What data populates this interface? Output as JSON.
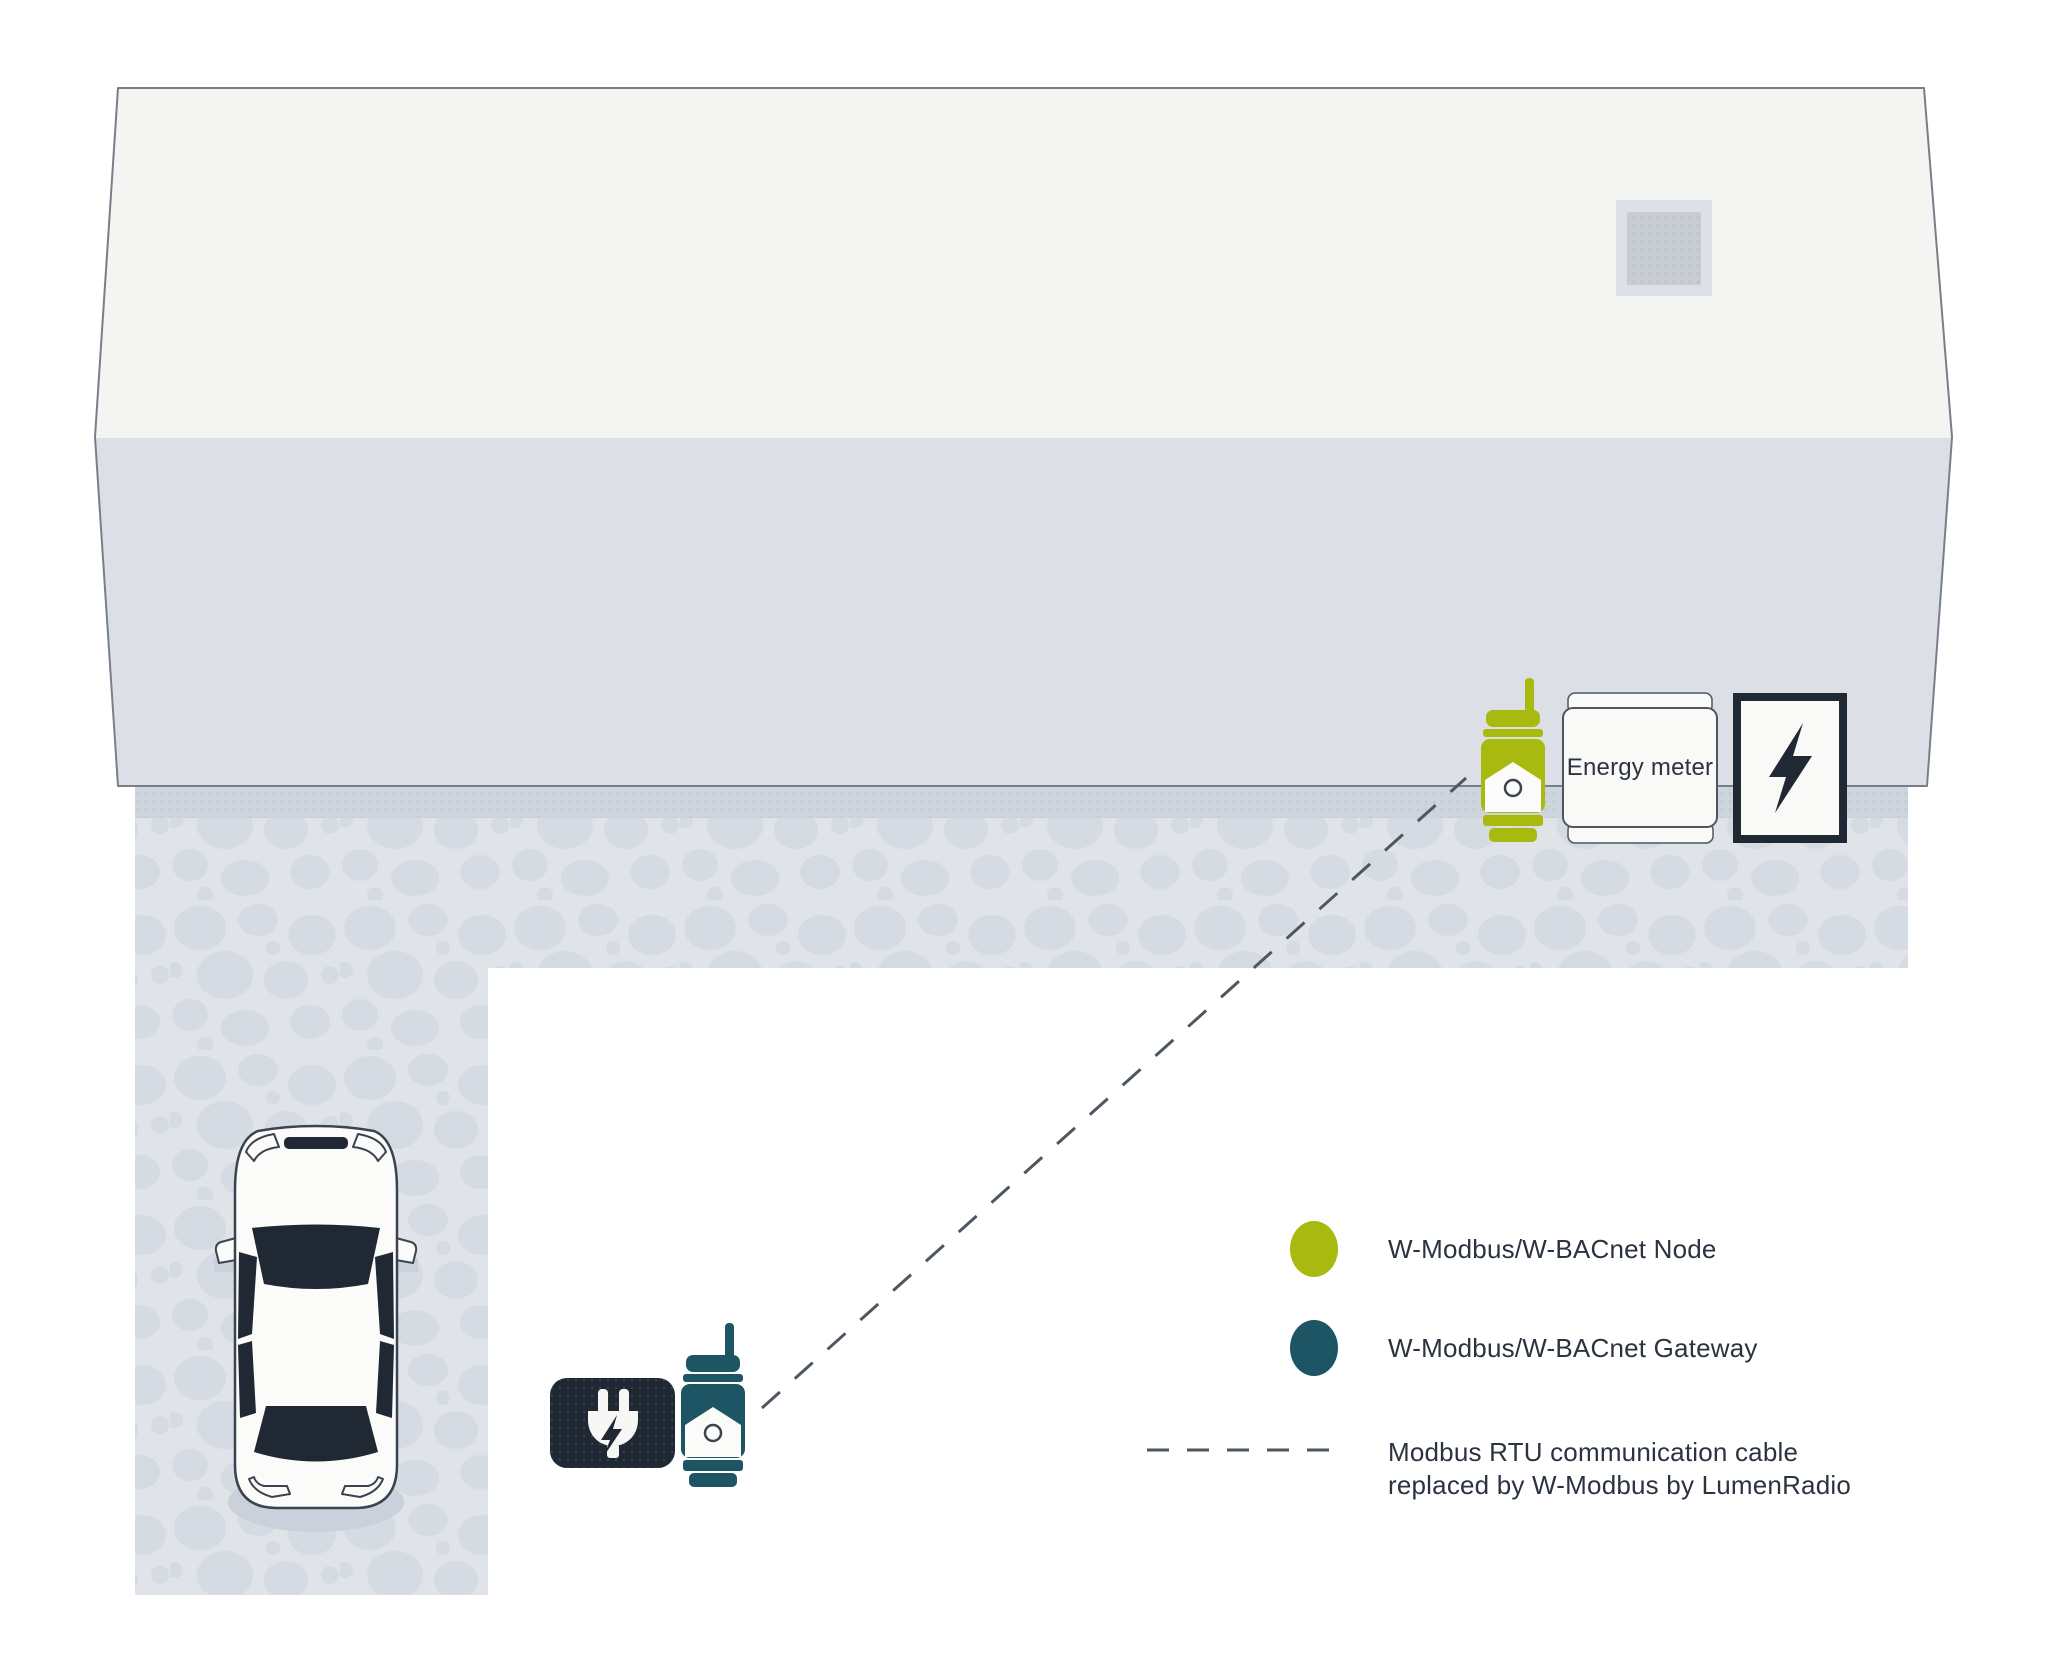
{
  "labels": {
    "energy_meter": "Energy meter"
  },
  "legend": {
    "node_label": "W-Modbus/W-BACnet Node",
    "gateway_label": "W-Modbus/W-BACnet Gateway",
    "cable_label_line1": "Modbus RTU communication cable",
    "cable_label_line2": "replaced by W-Modbus by LumenRadio"
  },
  "colors": {
    "node": "#a8ba10",
    "gateway": "#1d5564",
    "dark": "#1f2833",
    "dash": "#4e575f",
    "text": "#2b3340"
  },
  "icons": {
    "power_panel": "lightning-bolt",
    "ev_charger": "power-plug",
    "node_device": "wireless-radio-module-green",
    "gateway_device": "wireless-radio-module-teal",
    "skylight": "roof-window",
    "car": "car-top-view"
  },
  "scene": {
    "building": "building with flat roof seen from above",
    "ground": "cobblestone driveway, L-shaped",
    "link": "wireless link between gateway at EV charger and node at energy meter"
  }
}
